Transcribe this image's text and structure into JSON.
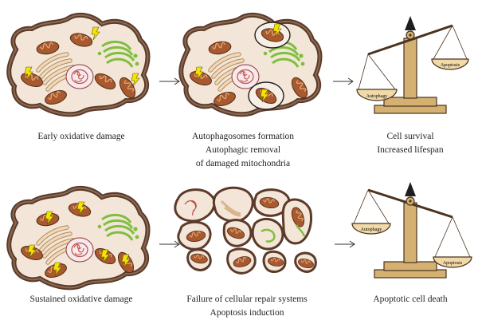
{
  "colors": {
    "cell_fill": "#f3e6d8",
    "cell_outline": "#5b3a2a",
    "mitochondria": "#a8592e",
    "mito_crista": "#e3a978",
    "nucleus": "#c0504d",
    "golgi": "#7fbf3f",
    "er": "#d8b58e",
    "lightning": "#f2e600",
    "balance_wood": "#d4b071",
    "balance_outline": "#4a3320",
    "pan": "#f1d9a8"
  },
  "icons": [
    "right-arrow-icon",
    "lightning-bolt-icon",
    "balance-scale-icon"
  ],
  "rows": [
    {
      "stage1": {
        "caption": [
          "Early oxidative damage"
        ]
      },
      "stage2": {
        "caption": [
          "Autophagosomes formation",
          "Autophagic removal",
          "of damaged mitochondria"
        ]
      },
      "outcome": {
        "caption": [
          "Cell survival",
          "Increased lifespan"
        ],
        "left_pan_label": "Autophagy",
        "right_pan_label": "Apoptosis",
        "heavier_side": "left"
      }
    },
    {
      "stage1": {
        "caption": [
          "Sustained oxidative damage"
        ]
      },
      "stage2": {
        "caption": [
          "Failure of cellular repair systems",
          "Apoptosis induction"
        ]
      },
      "outcome": {
        "caption": [
          "Apoptotic cell death"
        ],
        "left_pan_label": "Autophagy",
        "right_pan_label": "Apoptosis",
        "heavier_side": "right"
      }
    }
  ]
}
